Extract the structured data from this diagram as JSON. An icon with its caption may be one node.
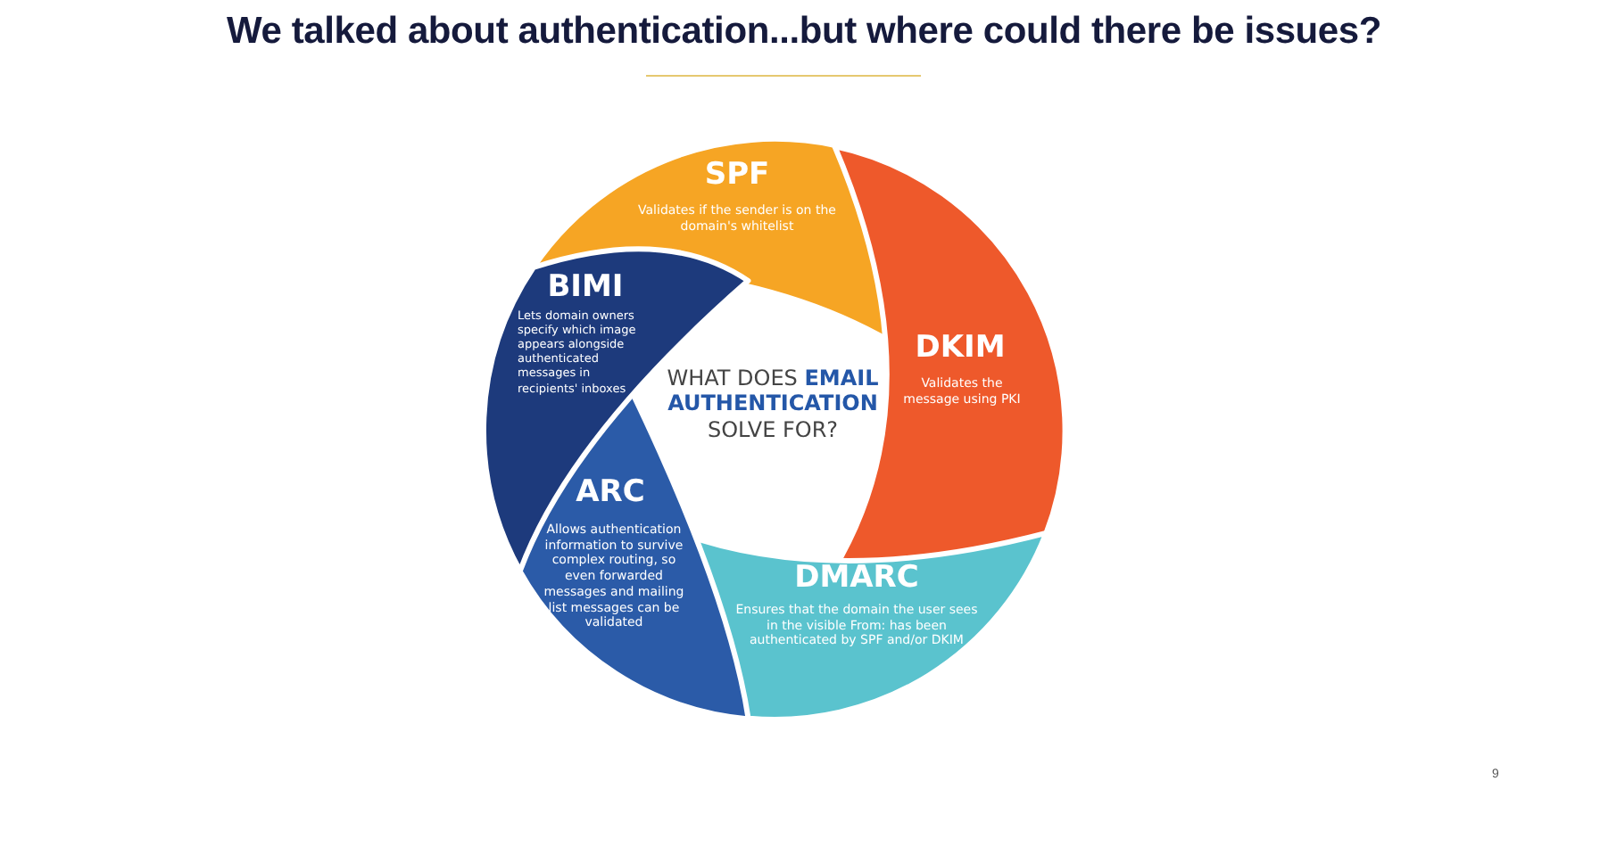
{
  "diagram": {
    "title": "We talked about authentication...but where could there be issues?",
    "nodes": [
      {
        "text": [
          "SPF",
          "Validates if the sender is on the domain's whitelist"
        ]
      },
      {
        "text": [
          "DKIM",
          "Validates the message using PKI"
        ]
      },
      {
        "text": [
          "DMARC",
          "Ensures that the domain the user sees in the visible From: has been authenticated by SPF and/or DKIM"
        ]
      },
      {
        "text": [
          "ARC",
          "Allows authentication information to survive complex routing, so even forwarded messages and mailing list messages can be validated"
        ]
      },
      {
        "text": [
          "BIMI",
          "Lets domain owners specify which image appears alongside authenticated messages in recipients' inboxes"
        ]
      }
    ],
    "labels": [
      "WHAT DOES **EMAIL AUTHENTICATION** SOLVE FOR?",
      "9"
    ]
  }
}
